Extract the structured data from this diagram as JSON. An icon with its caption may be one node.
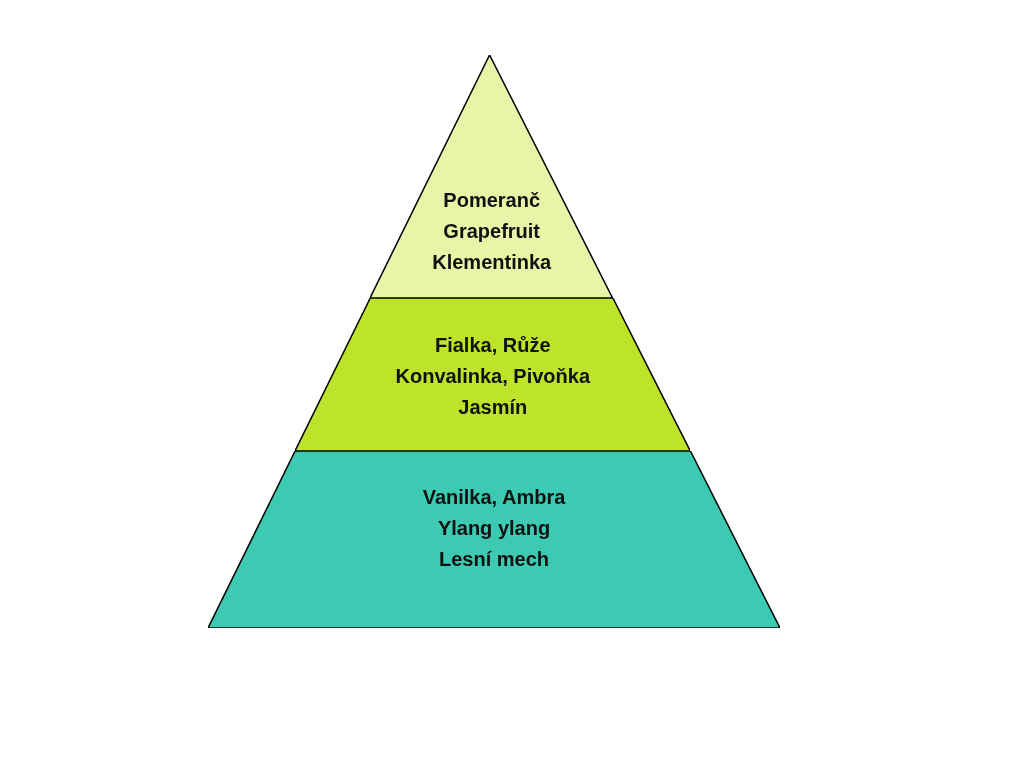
{
  "diagram": {
    "nodes": [
      {
        "text": [
          "Pomeranč",
          "Grapefruit",
          "Klementinka"
        ]
      },
      {
        "text": [
          "Fialka, Růže",
          "Konvalinka, Pivoňka",
          "Jasmín"
        ]
      },
      {
        "text": [
          "Vanilka, Ambra",
          "Ylang ylang",
          "Lesní mech"
        ]
      }
    ]
  }
}
